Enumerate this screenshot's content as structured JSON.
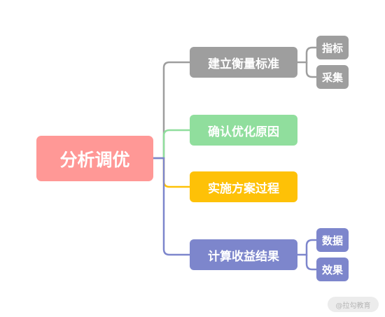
{
  "root": {
    "label": "分析调优",
    "color": "#ff9896"
  },
  "branches": [
    {
      "label": "建立衡量标准",
      "color": "#9e9e9e",
      "children": [
        {
          "label": "指标"
        },
        {
          "label": "采集"
        }
      ]
    },
    {
      "label": "确认优化原因",
      "color": "#90de9d",
      "children": []
    },
    {
      "label": "实施方案过程",
      "color": "#fec107",
      "children": []
    },
    {
      "label": "计算收益结果",
      "color": "#7d86cc",
      "children": [
        {
          "label": "数据"
        },
        {
          "label": "效果"
        }
      ]
    }
  ],
  "watermark": {
    "text": "@拉勾教育"
  }
}
